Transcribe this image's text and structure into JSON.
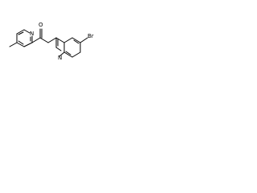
{
  "molecule": {
    "atoms": {
      "carbonyl_oxygen": "O",
      "pyridine_nitrogen": "N",
      "quinoline_nitrogen": "N",
      "bromine": "Br"
    }
  },
  "colors": {
    "background": "#ffffff",
    "bond": "#000000",
    "label": "#000000"
  }
}
